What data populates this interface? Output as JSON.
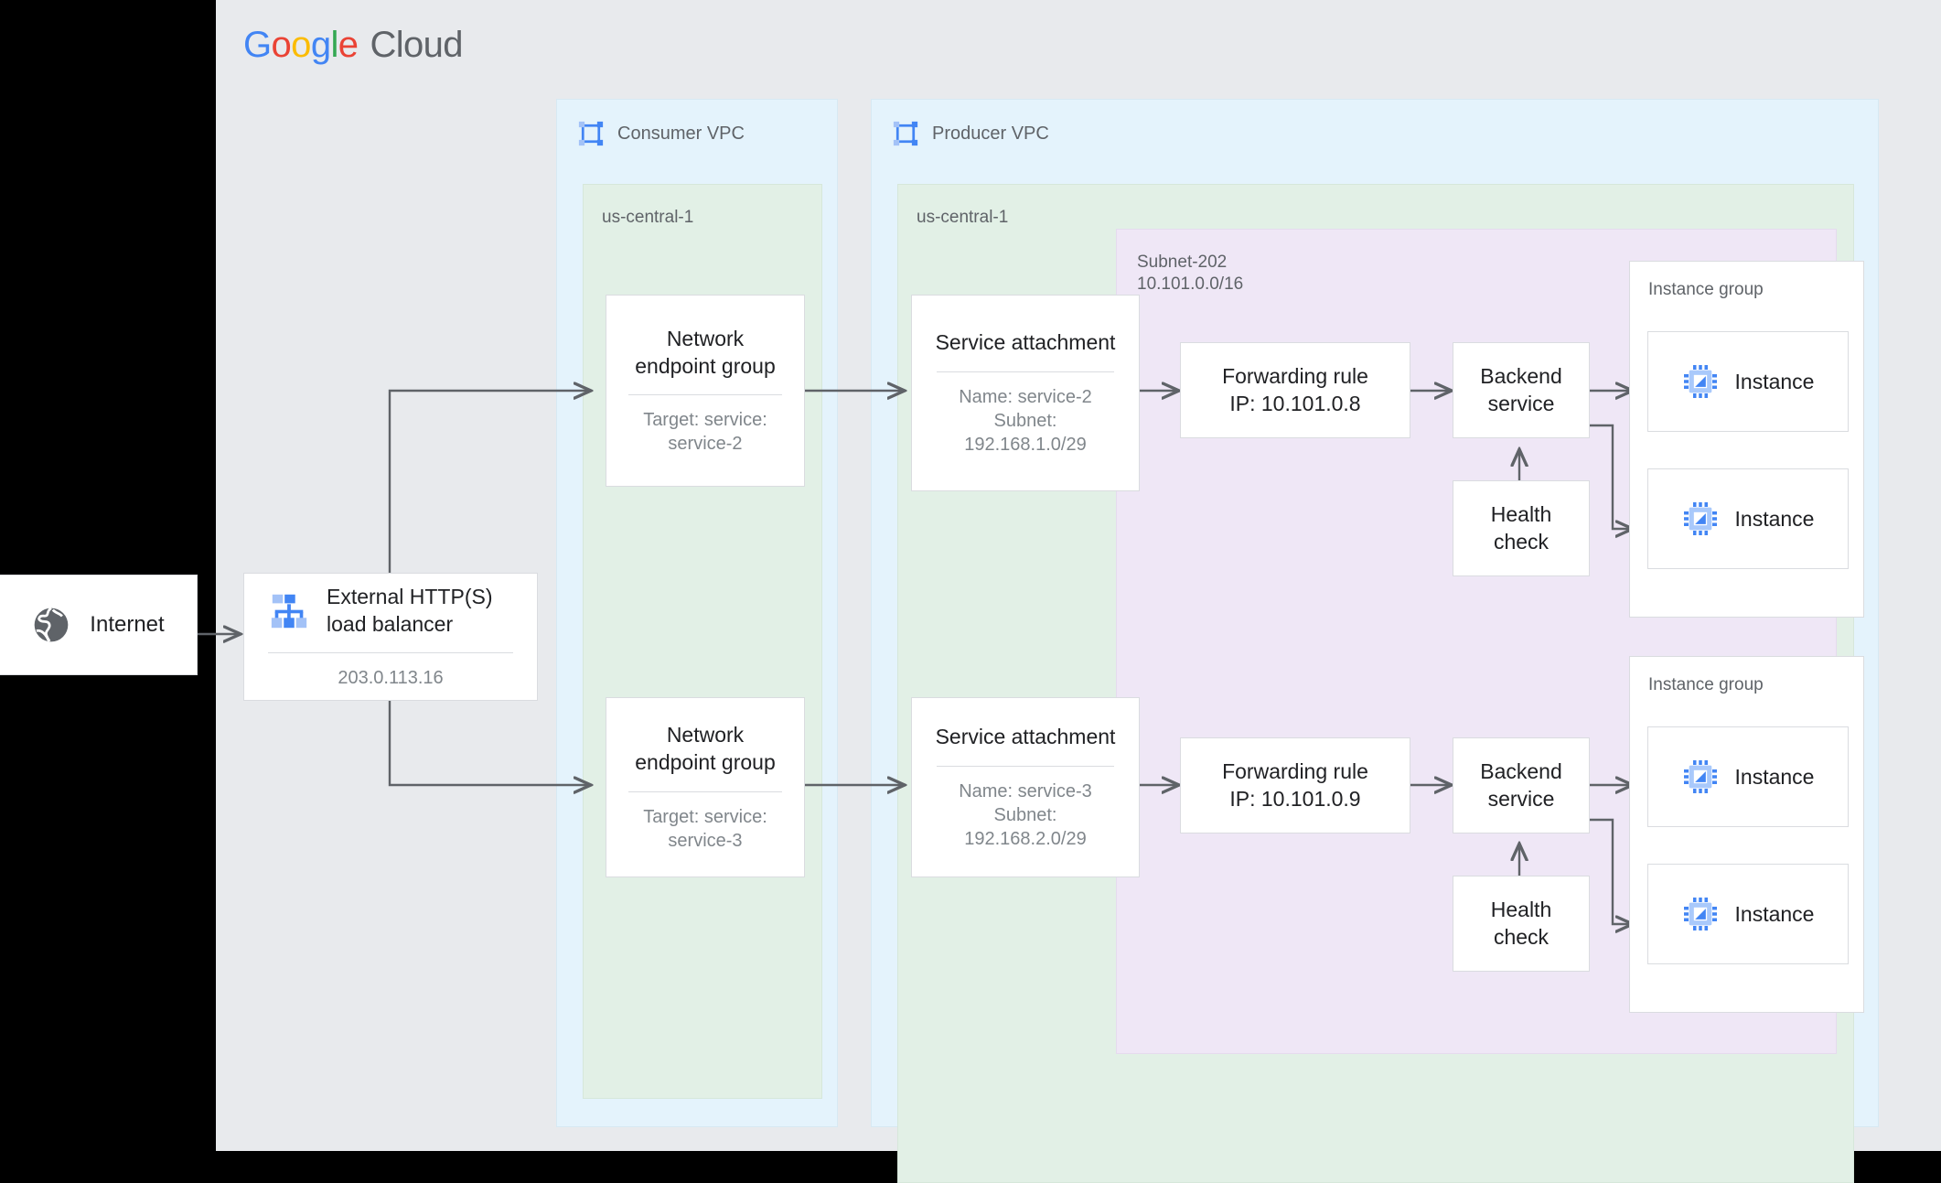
{
  "brand": {
    "logo_google": [
      "G",
      "o",
      "o",
      "g",
      "l",
      "e"
    ],
    "logo_cloud": "Cloud",
    "colors": {
      "blue": "#4285F4",
      "red": "#EA4335",
      "yellow": "#FBBC05",
      "green": "#34A853",
      "grey": "#5F6368",
      "vpc_fill": "#e4f3fc",
      "region_fill": "#e2f0e6",
      "subnet_fill": "#efe7f6",
      "canvas_fill": "#e8eaed",
      "edge_stroke": "#5f6368",
      "icon_blue": "#4285F4"
    }
  },
  "internet": {
    "label": "Internet",
    "icon": "globe-icon"
  },
  "load_balancer": {
    "title": "External HTTP(S)\nload balancer",
    "ip": "203.0.113.16",
    "icon": "load-balancer-icon"
  },
  "consumer_vpc": {
    "name": "Consumer VPC",
    "icon": "vpc-icon",
    "region": "us-central-1",
    "negs": [
      {
        "title": "Network\nendpoint group",
        "sub": "Target: service:\nservice-2"
      },
      {
        "title": "Network\nendpoint group",
        "sub": "Target: service:\nservice-3"
      }
    ]
  },
  "producer_vpc": {
    "name": "Producer VPC",
    "icon": "vpc-icon",
    "region": "us-central-1",
    "service_attachments": [
      {
        "title": "Service attachment",
        "sub": "Name: service-2\nSubnet:\n192.168.1.0/29"
      },
      {
        "title": "Service attachment",
        "sub": "Name: service-3\nSubnet:\n192.168.2.0/29"
      }
    ],
    "subnet": {
      "label": "Subnet-202\n10.101.0.0/16",
      "stacks": [
        {
          "forwarding_rule": "Forwarding rule\nIP: 10.101.0.8",
          "backend_service": "Backend\nservice",
          "health_check": "Health\ncheck",
          "instance_group": {
            "label": "Instance group",
            "instances": [
              {
                "label": "Instance",
                "icon": "vm-instance-icon"
              },
              {
                "label": "Instance",
                "icon": "vm-instance-icon"
              }
            ]
          }
        },
        {
          "forwarding_rule": "Forwarding rule\nIP: 10.101.0.9",
          "backend_service": "Backend\nservice",
          "health_check": "Health\ncheck",
          "instance_group": {
            "label": "Instance group",
            "instances": [
              {
                "label": "Instance",
                "icon": "vm-instance-icon"
              },
              {
                "label": "Instance",
                "icon": "vm-instance-icon"
              }
            ]
          }
        }
      ]
    }
  }
}
